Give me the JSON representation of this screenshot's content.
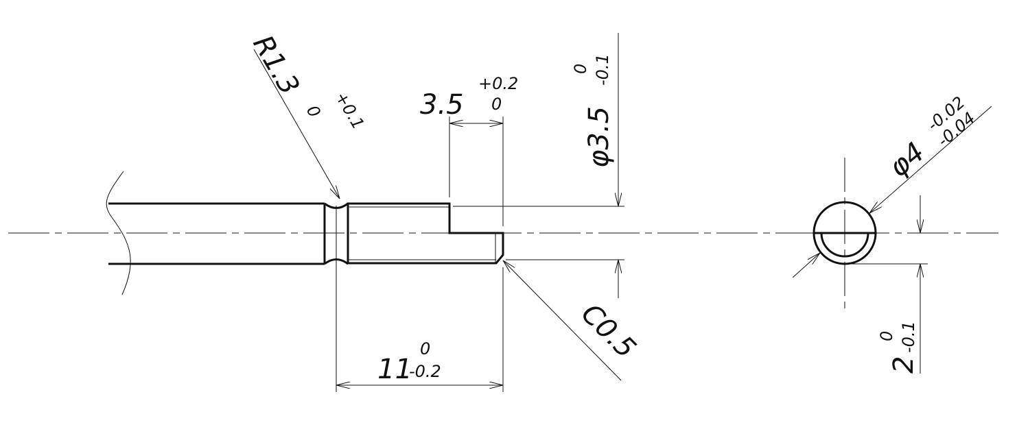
{
  "drawing": {
    "radius_dim": {
      "value": "R1.3",
      "upper": "+0.1",
      "lower": "0"
    },
    "slot_length_dim": {
      "value": "3.5",
      "upper": "+0.2",
      "lower": "0"
    },
    "slot_dia_dim": {
      "value": "φ3.5",
      "upper": "0",
      "lower": "-0.1"
    },
    "shaft_dia_dim": {
      "value": "φ4",
      "upper": "-0.02",
      "lower": "-0.04"
    },
    "chamfer_dim": {
      "value": "C0.5"
    },
    "length_dim": {
      "value": "11",
      "upper": "0",
      "lower": "-0.2"
    },
    "flat_dim": {
      "value": "2",
      "upper": "0",
      "lower": "-0.1"
    }
  }
}
